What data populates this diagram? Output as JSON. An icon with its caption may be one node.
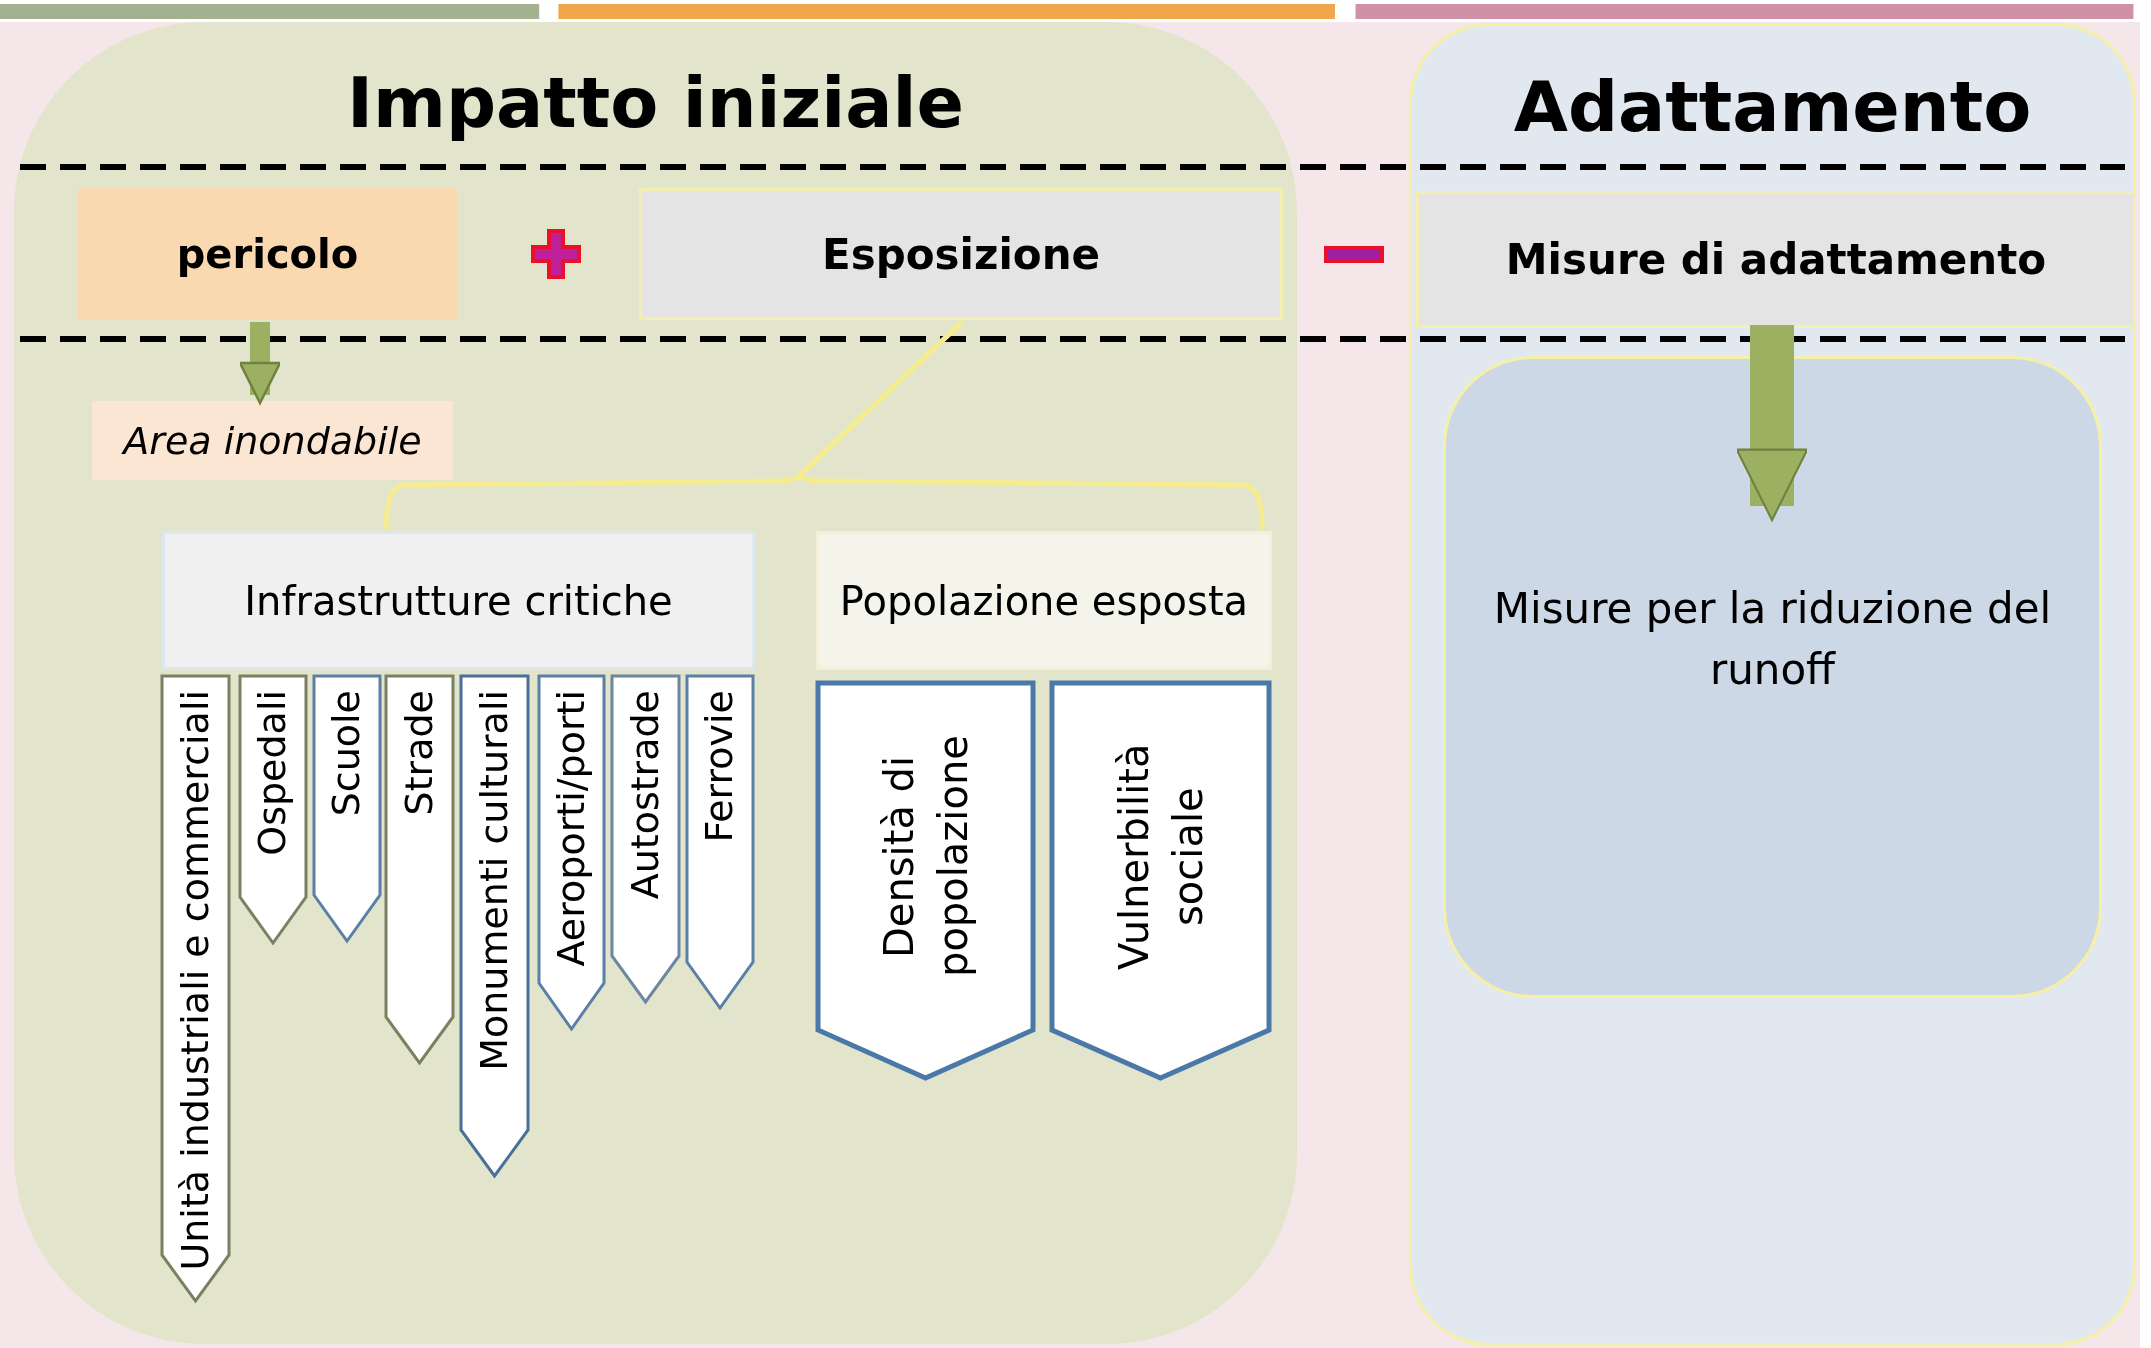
{
  "diagram": {
    "nodes": [
      {
        "text": [
          "Impatto iniziale"
        ]
      },
      {
        "text": [
          "pericolo"
        ],
        "in": 0
      },
      {
        "text": [
          "Esposizione"
        ],
        "in": 0
      },
      {
        "text": [
          "Area inondabile"
        ],
        "in": 0
      },
      {
        "text": [
          "Infrastrutture critiche"
        ],
        "in": 0
      },
      {
        "text": [
          "Popolazione esposta"
        ],
        "in": 0
      },
      {
        "text": [
          "Unità industriali e commerciali"
        ],
        "in": 0
      },
      {
        "text": [
          "Ospedali"
        ],
        "in": 0
      },
      {
        "text": [
          "Scuole"
        ],
        "in": 0
      },
      {
        "text": [
          "Strade"
        ],
        "in": 0
      },
      {
        "text": [
          "Monumenti culturali"
        ],
        "in": 0
      },
      {
        "text": [
          "Aeroporti/porti"
        ],
        "in": 0
      },
      {
        "text": [
          "Autostrade"
        ],
        "in": 0
      },
      {
        "text": [
          "Ferrovie"
        ],
        "in": 0
      },
      {
        "text": [
          "Densità di popolazione"
        ],
        "in": 0
      },
      {
        "text": [
          "Vulnerbilità sociale"
        ],
        "in": 0
      },
      {
        "text": [
          "Adattamento"
        ]
      },
      {
        "text": [
          "Misure di adattamento"
        ],
        "in": 16
      },
      {
        "text": [
          "Misure per la riduzione del runoff"
        ],
        "in": 16
      }
    ],
    "edges": [
      {
        "from": 1,
        "to": 3,
        "arrow": "to",
        "style": "thick"
      },
      {
        "from": 2,
        "to": 4,
        "arrow": "none"
      },
      {
        "from": 2,
        "to": 5,
        "arrow": "none"
      },
      {
        "from": 17,
        "to": 18,
        "arrow": "to",
        "style": "thick"
      }
    ]
  }
}
